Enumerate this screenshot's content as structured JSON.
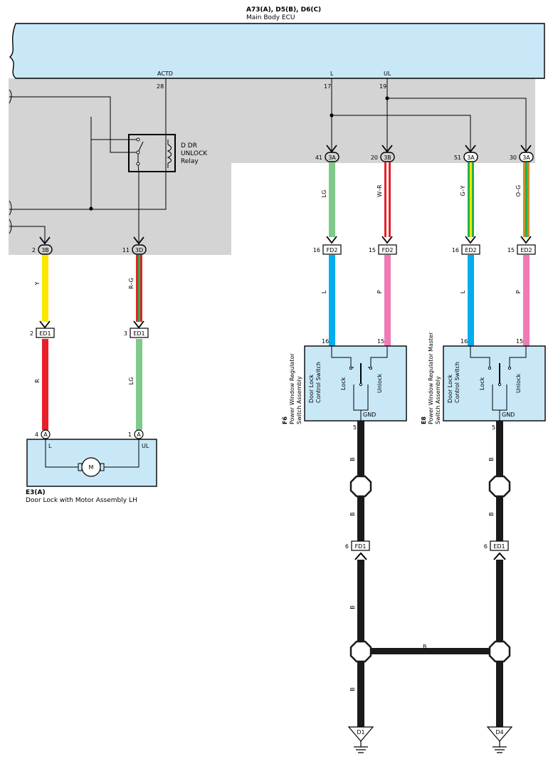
{
  "ecu": {
    "code": "A73(A), D5(B), D6(C)",
    "name": "Main Body ECU",
    "pin_actd_name": "ACTD",
    "pin_actd_num": "28",
    "pin_l_name": "L",
    "pin_l_num": "17",
    "pin_ul_name": "UL",
    "pin_ul_num": "19"
  },
  "relay": {
    "line1": "D DR",
    "line2": "UNLOCK",
    "line3": "Relay"
  },
  "connectors": {
    "c_2_3b": {
      "pin": "2",
      "id": "3B"
    },
    "c_11_3d": {
      "pin": "11",
      "id": "3D"
    },
    "c_41_3a": {
      "pin": "41",
      "id": "3A"
    },
    "c_20_3b": {
      "pin": "20",
      "id": "3B"
    },
    "c_51_3a": {
      "pin": "51",
      "id": "3A"
    },
    "c_30_3a": {
      "pin": "30",
      "id": "3A"
    },
    "c_2_ed1": {
      "pin": "2",
      "id": "ED1"
    },
    "c_3_ed1": {
      "pin": "3",
      "id": "ED1"
    },
    "c_16_fd2": {
      "pin": "16",
      "id": "FD2"
    },
    "c_15_fd2": {
      "pin": "15",
      "id": "FD2"
    },
    "c_16_ed2": {
      "pin": "16",
      "id": "ED2"
    },
    "c_15_ed2": {
      "pin": "15",
      "id": "ED2"
    },
    "c_6_fd1": {
      "pin": "6",
      "id": "FD1"
    },
    "c_6_ed1": {
      "pin": "6",
      "id": "ED1"
    },
    "c_4_a": {
      "pin": "4",
      "id": "A"
    },
    "c_1_a": {
      "pin": "1",
      "id": "A"
    }
  },
  "wires": {
    "y": "Y",
    "r_g": "R–G",
    "r": "R",
    "lg_left": "LG",
    "lg_top": "LG",
    "w_r": "W–R",
    "g_y": "G–Y",
    "o_g": "O–G",
    "l_f6": "L",
    "p_f6": "P",
    "l_e8": "L",
    "p_e8": "P",
    "b1": "B",
    "b2": "B",
    "b3": "B",
    "b4": "B",
    "b5": "B",
    "b6": "B",
    "b7": "B"
  },
  "motor": {
    "code": "E3(A)",
    "name": "Door Lock with Motor Assembly LH",
    "pin_l": "L",
    "pin_ul": "UL",
    "symbol": "M"
  },
  "f6": {
    "code": "F6",
    "name1": "Power Window Regulator",
    "name2": "Switch Assembly",
    "sub1": "Door Lock",
    "sub2": "Control Switch",
    "lock": "Lock",
    "unlock": "Unlock",
    "gnd": "GND",
    "pin16": "16",
    "pin15": "15",
    "pin5": "5"
  },
  "e8": {
    "code": "E8",
    "name1": "Power Window Regulator Master",
    "name2": "Switch Assembly",
    "sub1": "Door Lock",
    "sub2": "Control Switch",
    "lock": "Lock",
    "unlock": "Unlock",
    "gnd": "GND",
    "pin16": "16",
    "pin15": "15",
    "pin5": "5"
  },
  "grounds": {
    "d1": "D1",
    "d4": "D4"
  },
  "colors": {
    "ecu_fill": "#c8e8f8",
    "shade": "#d4d4d4",
    "yellow": "#ffe600",
    "red": "#e8202a",
    "light_green": "#7fc98a",
    "blue": "#00aeef",
    "pink": "#f07ab4",
    "green": "#22b24c",
    "orange": "#c8902a",
    "black": "#1a1a1a"
  }
}
